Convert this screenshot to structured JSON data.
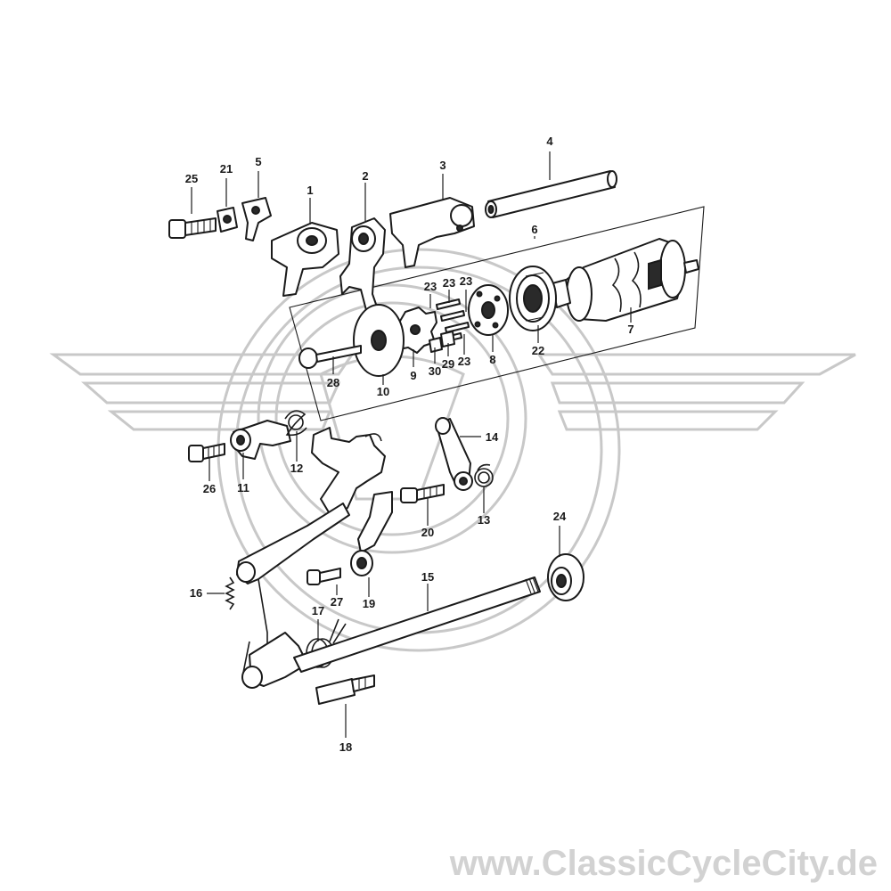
{
  "watermark": {
    "site_text": "www.ClassicCycleCity.de",
    "logo": "winged-circle-logo"
  },
  "callouts": {
    "c1": "1",
    "c2": "2",
    "c3": "3",
    "c4": "4",
    "c5": "5",
    "c6": "6",
    "c7": "7",
    "c8": "8",
    "c9": "9",
    "c10": "10",
    "c11": "11",
    "c12": "12",
    "c13": "13",
    "c14": "14",
    "c15": "15",
    "c16": "16",
    "c17": "17",
    "c18": "18",
    "c19": "19",
    "c20": "20",
    "c21": "21",
    "c22": "22",
    "c23a": "23",
    "c23b": "23",
    "c23c": "23",
    "c23d": "23",
    "c24": "24",
    "c25": "25",
    "c26": "26",
    "c27": "27",
    "c28": "28",
    "c29": "29",
    "c30": "30"
  },
  "colors": {
    "ink": "#1a1a1a",
    "watermark": "#c8c8c8"
  }
}
